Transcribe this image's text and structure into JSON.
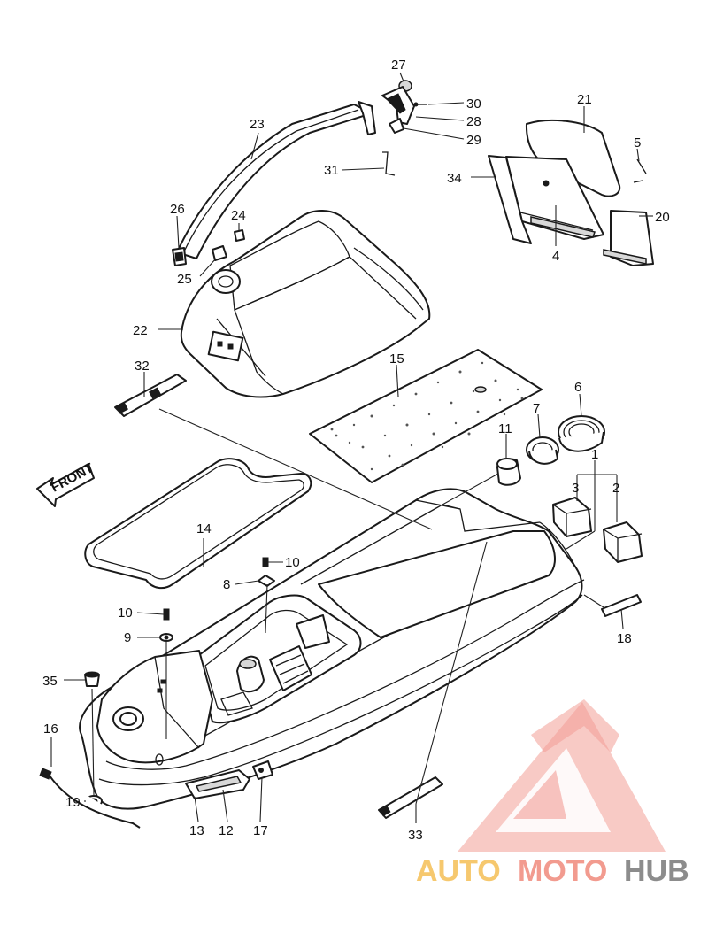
{
  "diagram": {
    "front_label": "FRONT",
    "callouts": [
      {
        "id": "c27",
        "text": "27"
      },
      {
        "id": "c30",
        "text": "30"
      },
      {
        "id": "c28",
        "text": "28"
      },
      {
        "id": "c29",
        "text": "29"
      },
      {
        "id": "c23",
        "text": "23"
      },
      {
        "id": "c21",
        "text": "21"
      },
      {
        "id": "c5",
        "text": "5"
      },
      {
        "id": "c31",
        "text": "31"
      },
      {
        "id": "c34",
        "text": "34"
      },
      {
        "id": "c20",
        "text": "20"
      },
      {
        "id": "c26",
        "text": "26"
      },
      {
        "id": "c24",
        "text": "24"
      },
      {
        "id": "c4",
        "text": "4"
      },
      {
        "id": "c25",
        "text": "25"
      },
      {
        "id": "c22",
        "text": "22"
      },
      {
        "id": "c32",
        "text": "32"
      },
      {
        "id": "c15",
        "text": "15"
      },
      {
        "id": "c6",
        "text": "6"
      },
      {
        "id": "c7",
        "text": "7"
      },
      {
        "id": "c11",
        "text": "11"
      },
      {
        "id": "c1",
        "text": "1"
      },
      {
        "id": "c3",
        "text": "3"
      },
      {
        "id": "c2",
        "text": "2"
      },
      {
        "id": "c14",
        "text": "14"
      },
      {
        "id": "c10a",
        "text": "10"
      },
      {
        "id": "c8",
        "text": "8"
      },
      {
        "id": "c10b",
        "text": "10"
      },
      {
        "id": "c9",
        "text": "9"
      },
      {
        "id": "c18",
        "text": "18"
      },
      {
        "id": "c35",
        "text": "35"
      },
      {
        "id": "c16",
        "text": "16"
      },
      {
        "id": "c19",
        "text": "19"
      },
      {
        "id": "c13",
        "text": "13"
      },
      {
        "id": "c12",
        "text": "12"
      },
      {
        "id": "c17",
        "text": "17"
      },
      {
        "id": "c33",
        "text": "33"
      }
    ]
  },
  "watermark": {
    "text_auto": "AUTO",
    "text_moto": "MOTO",
    "text_hub": "HUB",
    "colors": {
      "auto": "#f6c86e",
      "moto": "#f29b8f",
      "hub": "#8c8c8c",
      "logo": "#f08c84"
    }
  }
}
